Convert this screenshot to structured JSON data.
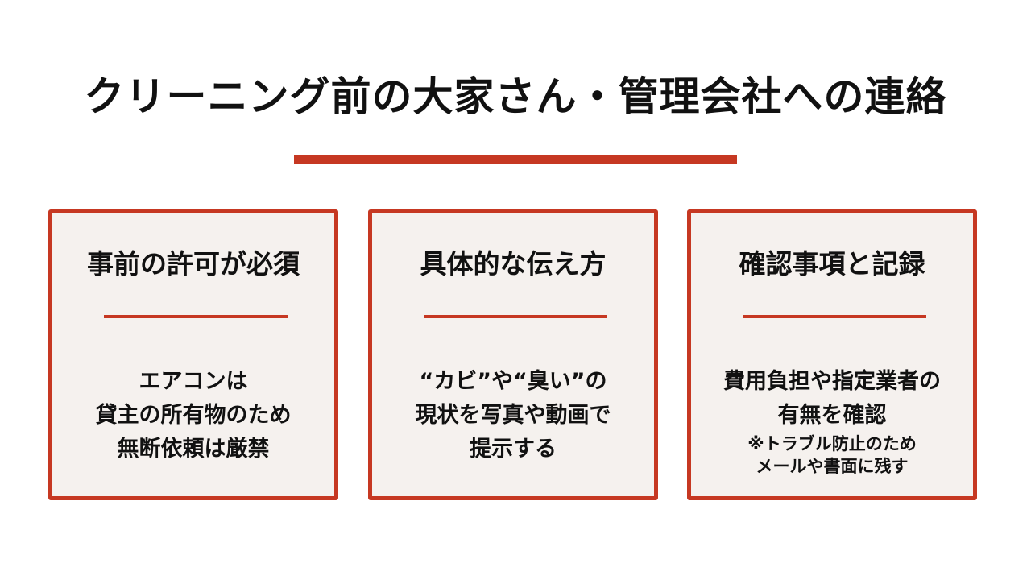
{
  "title": "クリーニング前の大家さん・管理会社への連絡",
  "colors": {
    "accent": "#c63822",
    "card_bg": "#f5f1ee",
    "text": "#111111"
  },
  "cards": [
    {
      "heading": "事前の許可が必須",
      "lines": [
        "エアコンは",
        "貸主の所有物のため",
        "無断依頼は厳禁"
      ],
      "notes": []
    },
    {
      "heading": "具体的な伝え方",
      "lines": [
        "“カビ”や“臭い”の",
        "現状を写真や動画で",
        "提示する"
      ],
      "notes": []
    },
    {
      "heading": "確認事項と記録",
      "lines": [
        "費用負担や指定業者の",
        "有無を確認"
      ],
      "notes": [
        "※トラブル防止のため",
        "メールや書面に残す"
      ]
    }
  ]
}
